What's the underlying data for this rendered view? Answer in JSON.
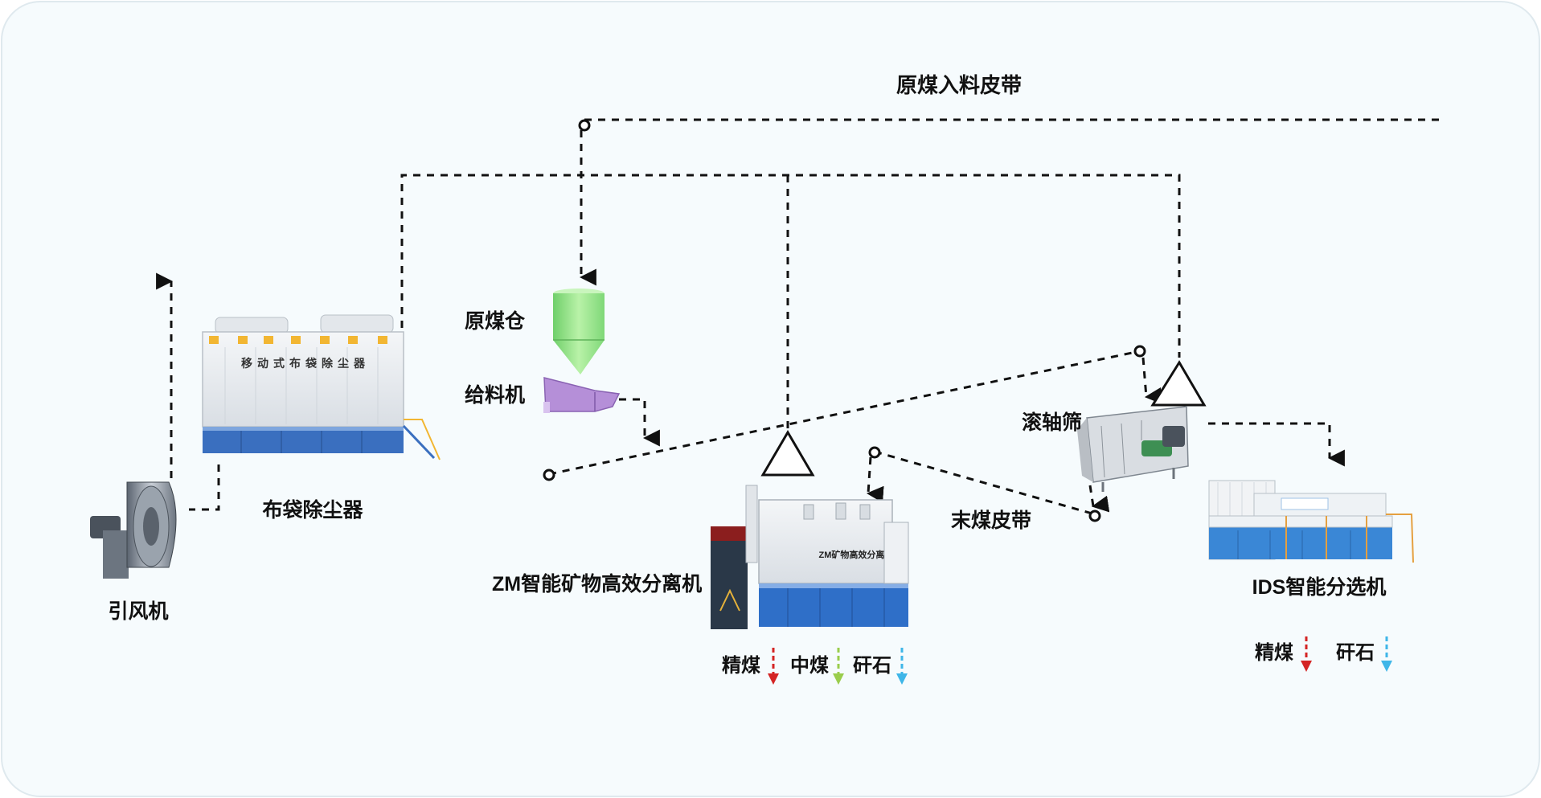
{
  "labels": {
    "raw_coal_belt": "原煤入料皮带",
    "raw_coal_bin": "原煤仓",
    "feeder": "给料机",
    "bag_filter": "布袋除尘器",
    "induced_fan": "引风机",
    "roller_screen": "滚轴筛",
    "fine_coal_belt": "末煤皮带",
    "zm_separator": "ZM智能矿物高效分离机",
    "ids_separator": "IDS智能分选机"
  },
  "equipment_text": {
    "bag_filter_title": "移动式布袋除尘器",
    "zm_panel_title": "ZM矿物高效分离机"
  },
  "outputs": {
    "zm": [
      {
        "label": "精煤",
        "color": "#d42424"
      },
      {
        "label": "中煤",
        "color": "#9acd4c"
      },
      {
        "label": "矸石",
        "color": "#3fb6e8"
      }
    ],
    "ids": [
      {
        "label": "精煤",
        "color": "#d42424"
      },
      {
        "label": "矸石",
        "color": "#3fb6e8"
      }
    ]
  },
  "colors": {
    "background": "#f6fbfd",
    "bin_green": "#9be68a",
    "feeder_purple": "#b58fd8",
    "equipment_blue": "#2f6fc8",
    "ids_blue": "#3a87d6"
  }
}
